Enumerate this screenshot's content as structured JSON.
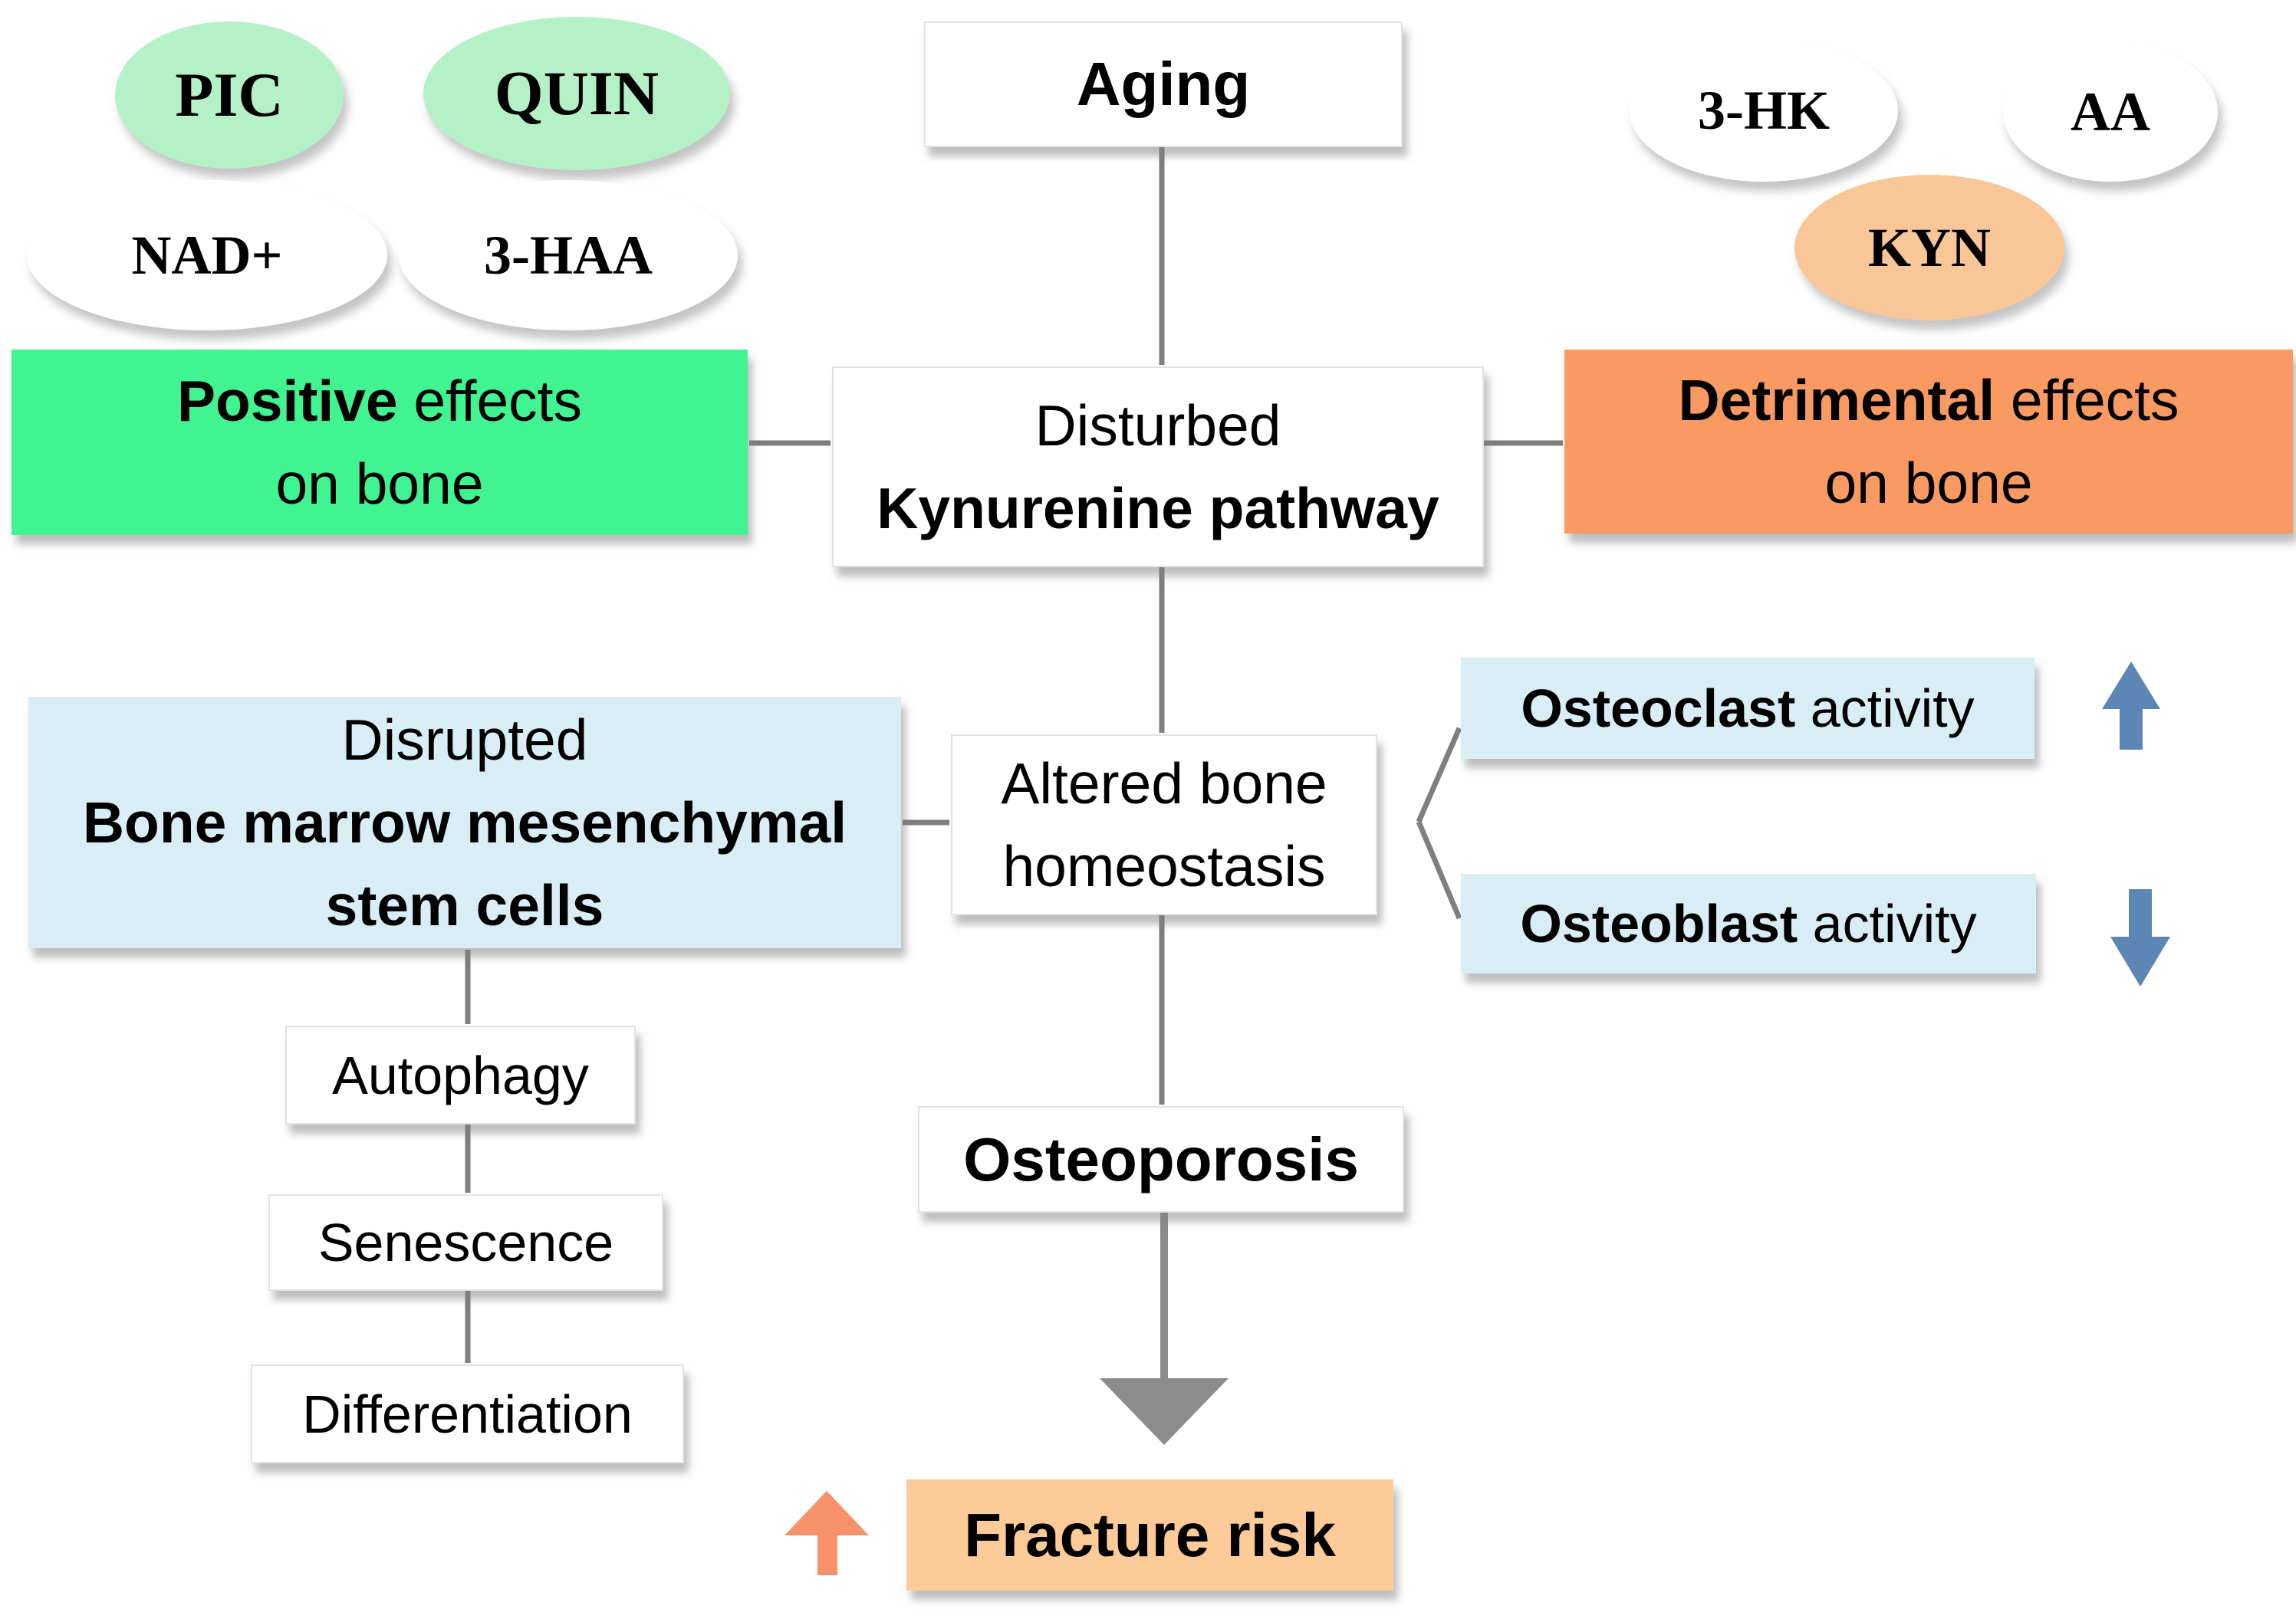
{
  "title": "Aging, kynurenine pathway and bone diagram",
  "ellipses": {
    "pic": {
      "label": "PIC"
    },
    "quin": {
      "label": "QUIN"
    },
    "nad": {
      "label": "NAD+"
    },
    "haa": {
      "label": "3-HAA"
    },
    "hk": {
      "label": "3-HK"
    },
    "aa": {
      "label": "AA"
    },
    "kyn": {
      "label": "KYN"
    }
  },
  "nodes": {
    "aging": {
      "label": "Aging"
    },
    "positive": {
      "line1_bold": "Positive",
      "line1_rest": " effects",
      "line2": "on bone"
    },
    "disturbed": {
      "line1": "Disturbed",
      "line2_bold": "Kynurenine pathway"
    },
    "detrimental": {
      "line1_bold": "Detrimental",
      "line1_rest": " effects",
      "line2": "on bone"
    },
    "bmsc": {
      "line1": "Disrupted",
      "line2_bold": "Bone marrow mesenchymal",
      "line3_bold": "stem cells"
    },
    "altered": {
      "line1": "Altered bone",
      "line2": "homeostasis"
    },
    "osteoclast": {
      "word_bold": "Osteoclast",
      "word_rest": " activity"
    },
    "osteoblast": {
      "word_bold": "Osteoblast",
      "word_rest": " activity"
    },
    "autophagy": {
      "label": "Autophagy"
    },
    "senescence": {
      "label": "Senescence"
    },
    "differentiation": {
      "label": "Differentiation"
    },
    "osteoporosis": {
      "label": "Osteoporosis"
    },
    "fracture": {
      "label": "Fracture risk"
    }
  },
  "arrows": {
    "osteoclast_direction": "up",
    "osteoblast_direction": "down",
    "osteoporosis_to_fracture": "down",
    "fracture_risk_direction": "up"
  },
  "colors": {
    "pale_green": "#b4f1c6",
    "bright_green": "#40f492",
    "orange_main": "#f99a63",
    "peach": "#f9c697",
    "light_peach": "#fccb97",
    "light_blue": "#d9edf5",
    "steel_blue": "#5b86b5",
    "orange_arrow": "#f9926a",
    "line_gray": "#7f7f7f",
    "arrow_gray": "#8c8c8c"
  }
}
